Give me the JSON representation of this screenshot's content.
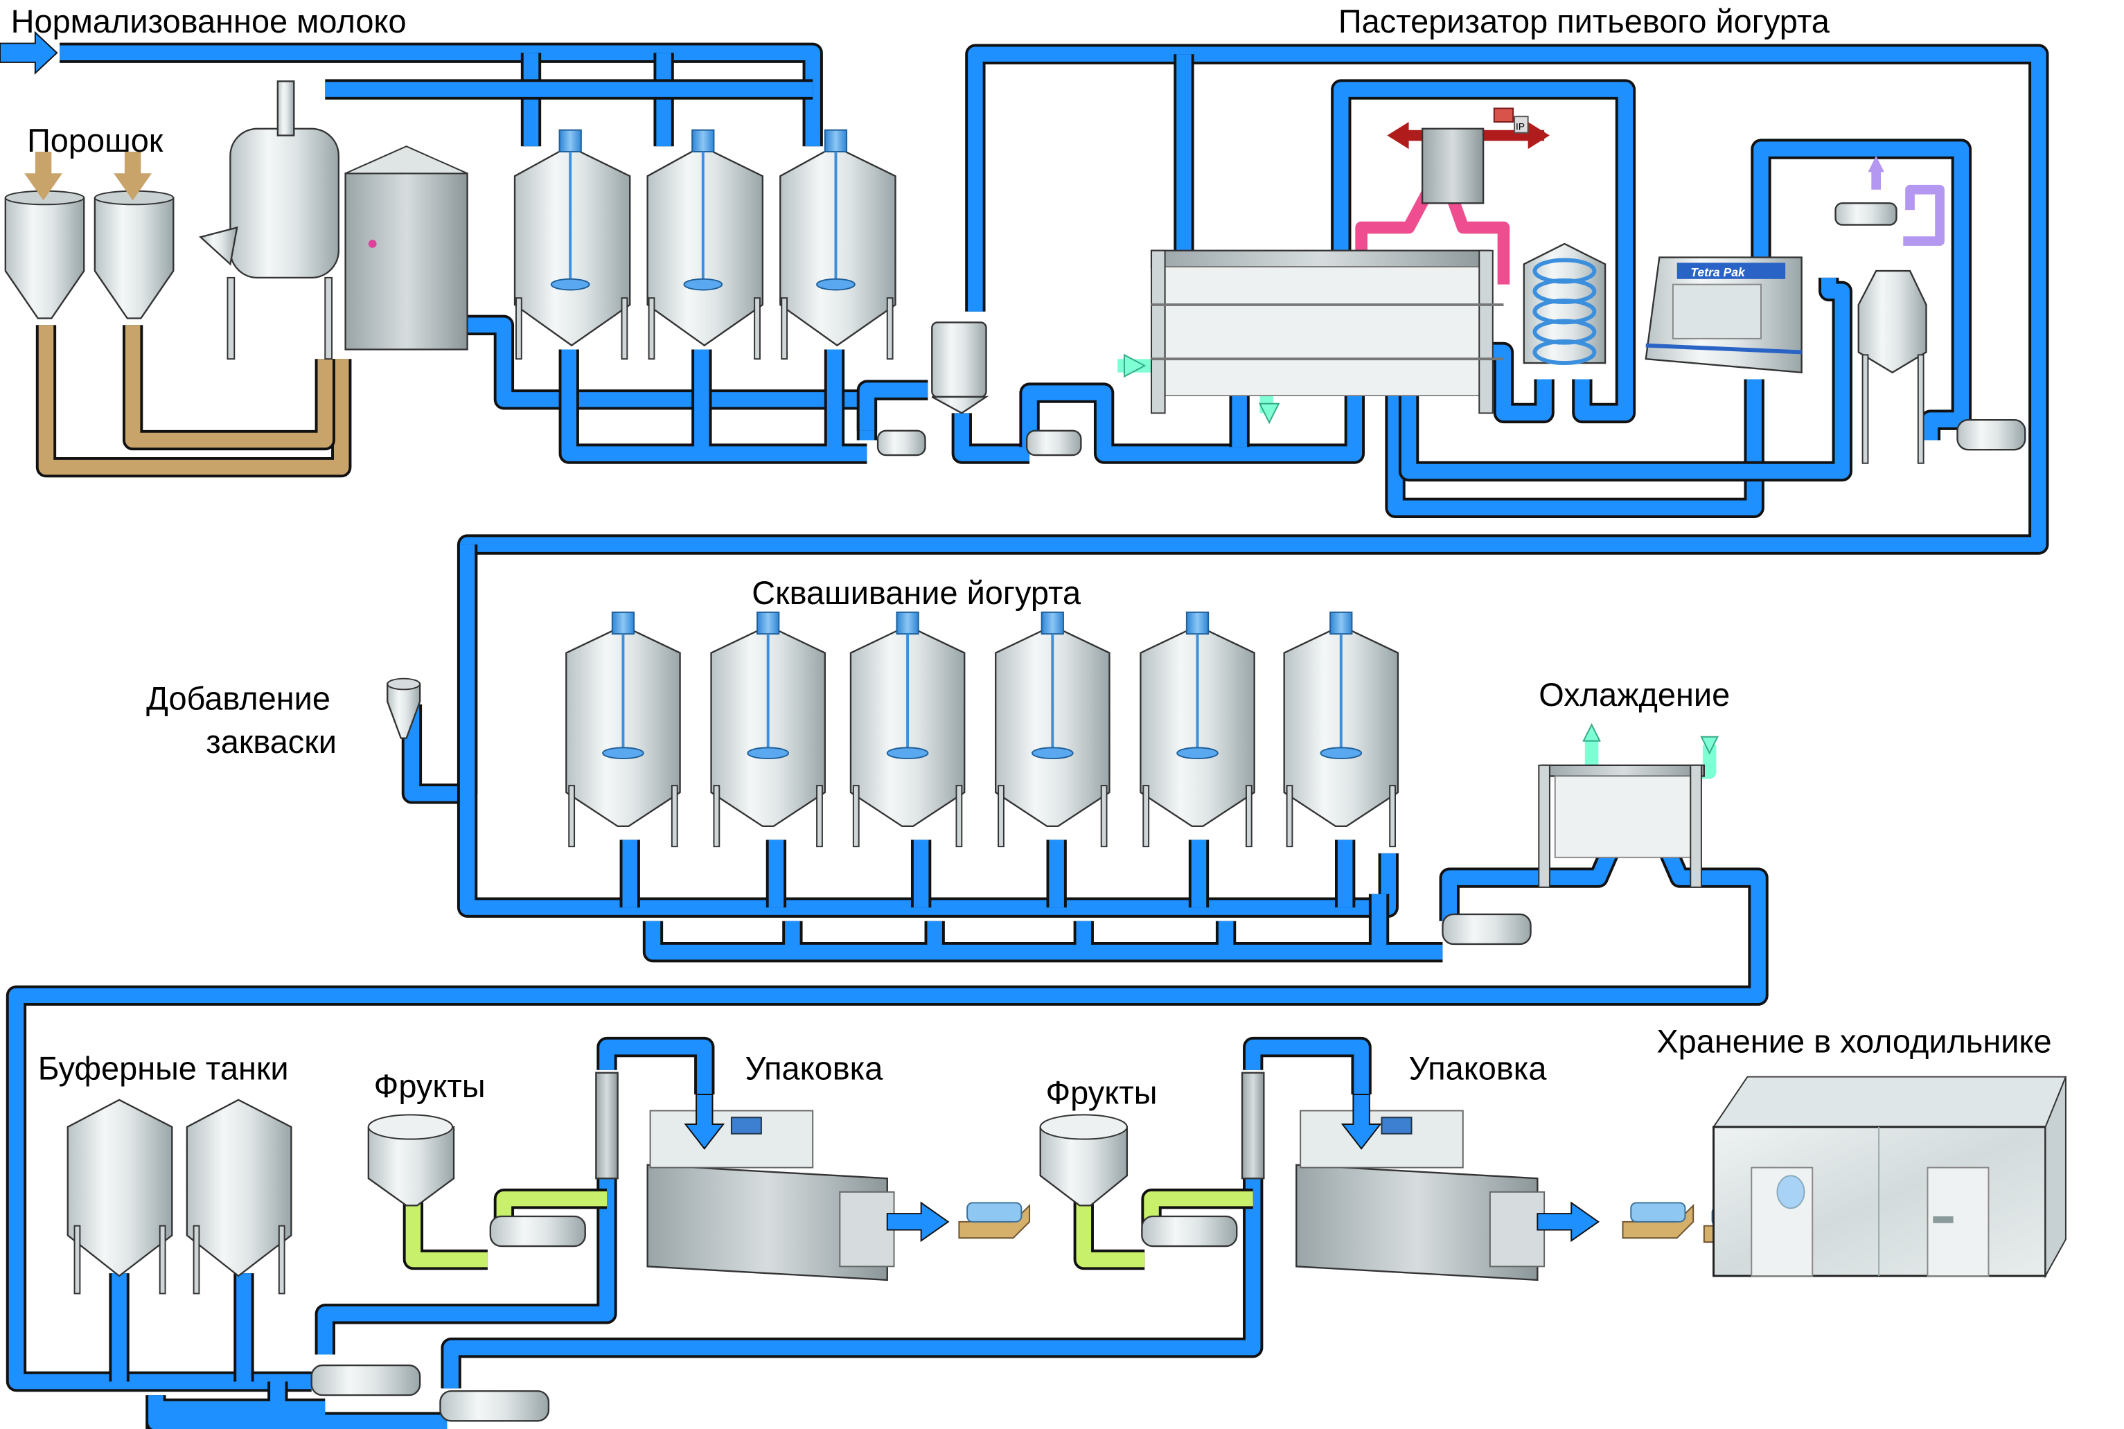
{
  "title": "Линия производства питьевого йогурта",
  "labels": {
    "normalized_milk": "Нормализованное молоко",
    "powder": "Порошок",
    "pasteurizer": "Пастеризатор питьевого йогурта",
    "fermentation": "Сквашивание йогурта",
    "starter_line1": "Добавление",
    "starter_line2": "закваски",
    "cooling": "Охлаждение",
    "buffer_tanks": "Буферные танки",
    "fruits_1": "Фрукты",
    "packaging_1": "Упаковка",
    "fruits_2": "Фрукты",
    "packaging_2": "Упаковка",
    "cold_storage": "Хранение в холодильнике"
  },
  "equipment": {
    "homogenizer_brand": "Tetra Pak",
    "control_valve_tag": "IP"
  },
  "colors": {
    "product_pipe": "#1e90ff",
    "powder_pipe": "#c8a46a",
    "fruit_pipe": "#c8f06a",
    "cooling_media": "#7fffd4",
    "hot_water": "#ee4d8f",
    "steam": "#b01c1c",
    "vacuum": "#b497f0"
  },
  "counts": {
    "powder_hoppers": 2,
    "mixing_tanks": 3,
    "fermentation_tanks": 6,
    "buffer_tanks": 2,
    "fruit_tanks": 2,
    "packaging_machines": 2
  }
}
